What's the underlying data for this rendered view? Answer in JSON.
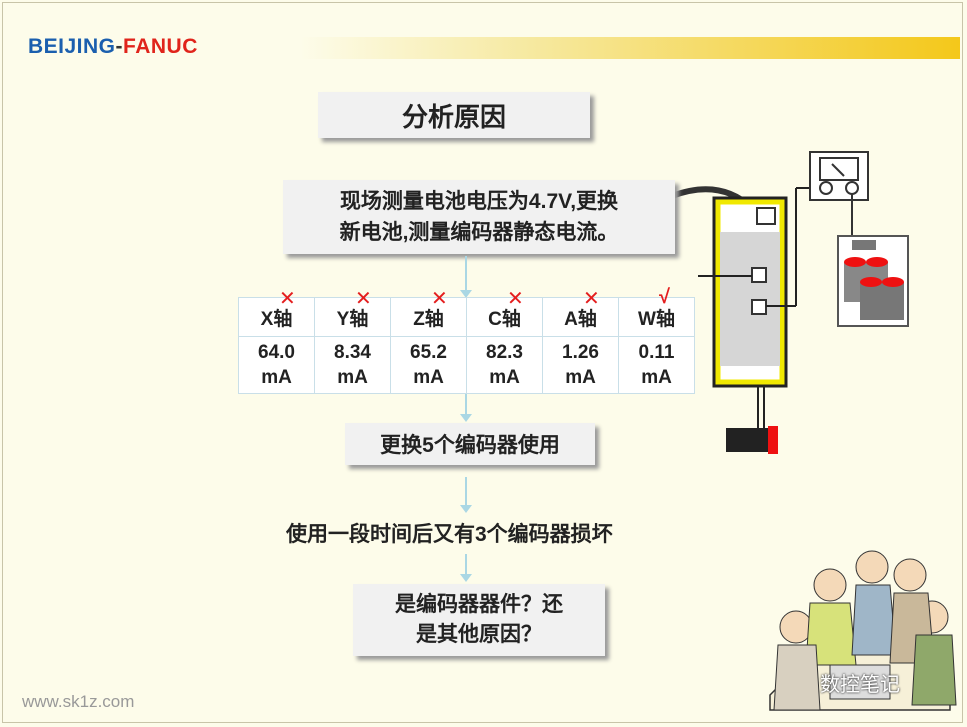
{
  "logo": {
    "part1": "BEIJING",
    "dash": "-",
    "part2": "FANUC"
  },
  "title": "分析原因",
  "step1": {
    "line1": "现场测量电池电压为4.7V,更换",
    "line2": "新电池,测量编码器静态电流。"
  },
  "axes": [
    {
      "name": "X轴",
      "value": "64.0",
      "unit": "mA",
      "mark": "✕"
    },
    {
      "name": "Y轴",
      "value": "8.34",
      "unit": "mA",
      "mark": "✕"
    },
    {
      "name": "Z轴",
      "value": "65.2",
      "unit": "mA",
      "mark": "✕"
    },
    {
      "name": "C轴",
      "value": "82.3",
      "unit": "mA",
      "mark": "✕"
    },
    {
      "name": "A轴",
      "value": "1.26",
      "unit": "mA",
      "mark": "✕"
    },
    {
      "name": "W轴",
      "value": "0.11",
      "unit": "mA",
      "mark": "√"
    }
  ],
  "step2": "更换5个编码器使用",
  "step3": "使用一段时间后又有3个编码器损坏",
  "step4": {
    "line1": "是编码器器件？还",
    "line2": "是其他原因？"
  },
  "footer": "www.sk1z.com",
  "wechat": "数控笔记",
  "colors": {
    "logo_blue": "#1b5fae",
    "logo_red": "#e0241b",
    "mark_red": "#e41e1e",
    "connector": "#aad7e4"
  }
}
